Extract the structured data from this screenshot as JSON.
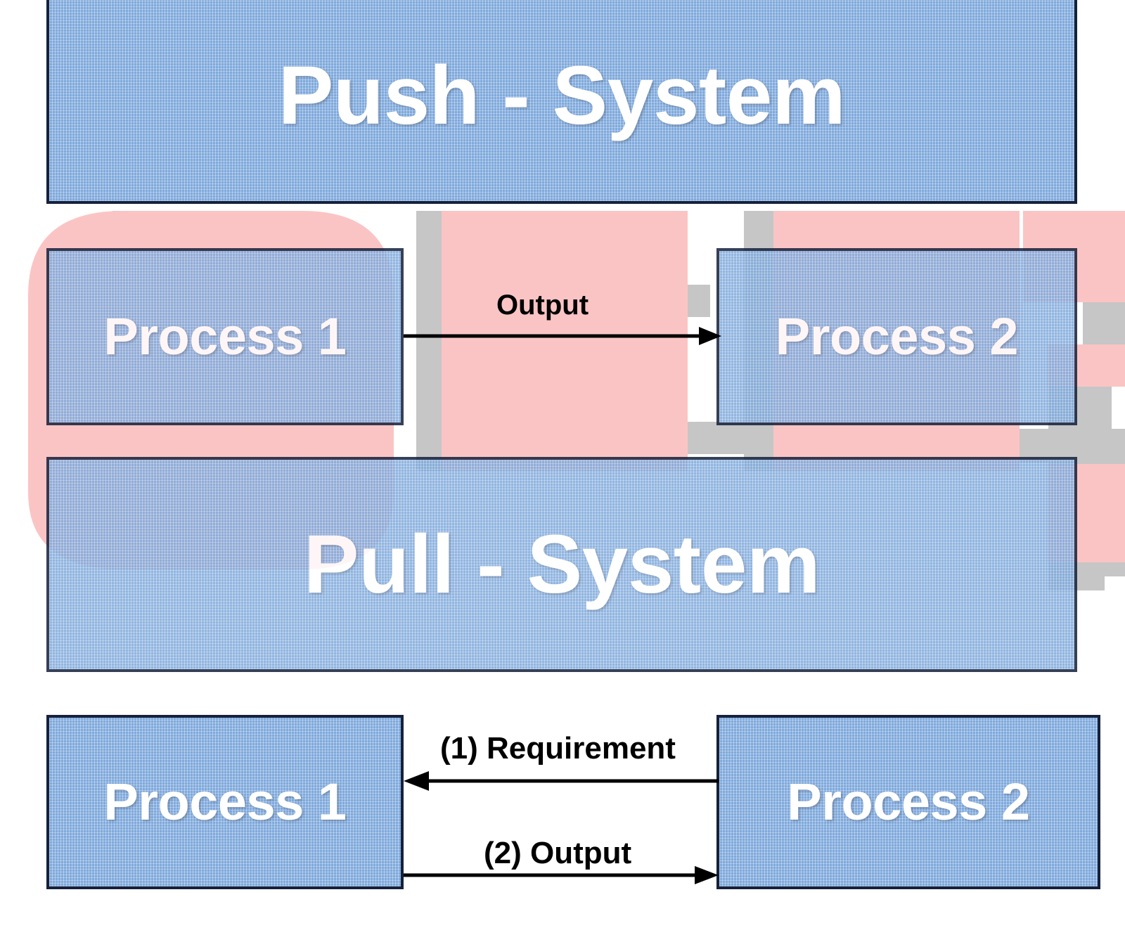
{
  "diagram": {
    "title": "Push - System / Pull - System comparison",
    "colors": {
      "panel_fill": "#7FA9DC",
      "panel_border": "#16213b",
      "panel_text": "#ffffff",
      "arrow": "#000000",
      "watermark_pink": "#FBC4C4",
      "watermark_grey": "#C6C6C6",
      "background": "#ffffff"
    },
    "push": {
      "banner_label": "Push - System",
      "process_1_label": "Process 1",
      "process_2_label": "Process 2",
      "arrows": [
        {
          "label": "Output",
          "from": "Process 1",
          "to": "Process 2",
          "direction": "right"
        }
      ]
    },
    "pull": {
      "banner_label": "Pull - System",
      "process_1_label": "Process 1",
      "process_2_label": "Process 2",
      "arrows": [
        {
          "label": "(1) Requirement",
          "from": "Process 2",
          "to": "Process 1",
          "direction": "left"
        },
        {
          "label": "(2) Output",
          "from": "Process 1",
          "to": "Process 2",
          "direction": "right"
        }
      ]
    }
  }
}
